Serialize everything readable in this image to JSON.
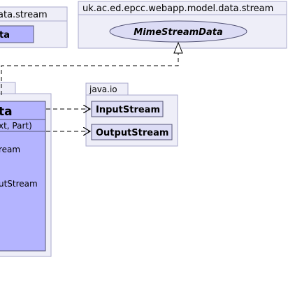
{
  "packages": {
    "left_top": {
      "label": "ata.stream",
      "class_label": "ta"
    },
    "model": {
      "label": "uk.ac.ed.epcc.webapp.model.data.stream",
      "interface_label": "MimeStreamData"
    },
    "java_io": {
      "label": "java.io",
      "classes": [
        "InputStream",
        "OutputStream"
      ]
    },
    "left_main": {
      "class_title": "ta",
      "constructor": "xt, Part)",
      "members": [
        "ream",
        "utStream"
      ]
    }
  },
  "colors": {
    "package_fill": "#eeeef8",
    "package_border": "#aaaacc",
    "class_fill": "#b4b4ff",
    "class_border": "#555577",
    "interface_fill": "#dcdcf5",
    "line": "#000000"
  }
}
